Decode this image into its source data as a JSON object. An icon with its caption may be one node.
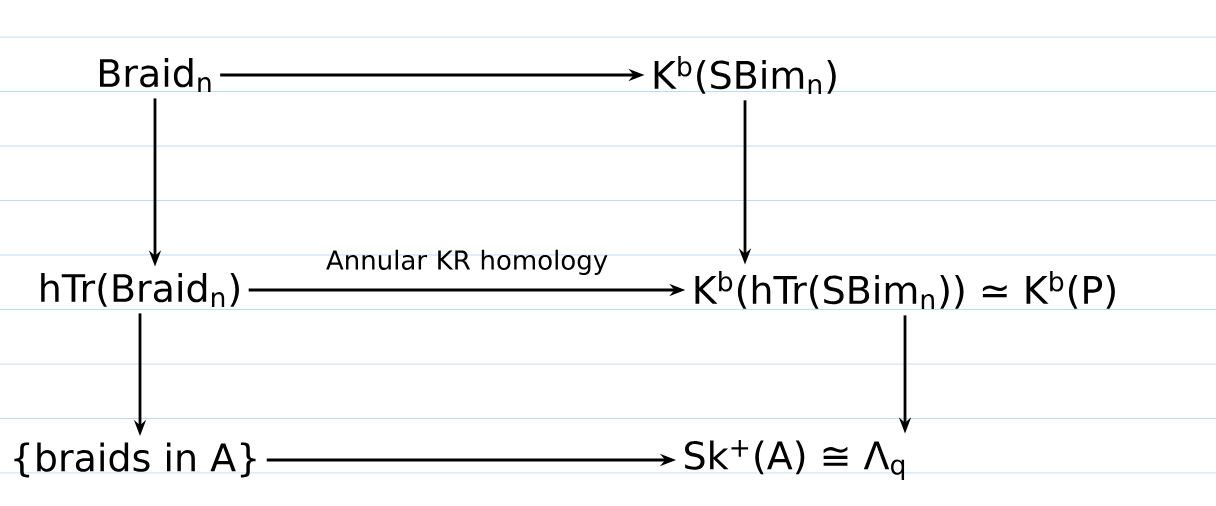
{
  "diagram": {
    "nodes": [
      {
        "text": [
          "Braid$_{n}$"
        ]
      },
      {
        "text": [
          "K$^{b}$(SBim$_{n}$)"
        ]
      },
      {
        "text": [
          "hTr(Braid$_{n}$)"
        ]
      },
      {
        "text": [
          "K$^{b}$(hTr(SBim$_{n}$)) ≃ K$^{b}$(P)"
        ]
      },
      {
        "text": [
          "{braids in A}"
        ]
      },
      {
        "text": [
          "Sk$^{+}$(A) ≅ Λ$_{q}$"
        ]
      }
    ],
    "edges": [
      {
        "from": 0,
        "to": 1,
        "arrow": "to"
      },
      {
        "from": 0,
        "to": 2,
        "arrow": "to"
      },
      {
        "from": 1,
        "to": 3,
        "arrow": "to"
      },
      {
        "from": 2,
        "to": 3,
        "arrow": "to",
        "label": "Annular KR homology"
      },
      {
        "from": 2,
        "to": 4,
        "arrow": "to"
      },
      {
        "from": 3,
        "to": 5,
        "arrow": "to"
      },
      {
        "from": 4,
        "to": 5,
        "arrow": "to"
      }
    ]
  }
}
